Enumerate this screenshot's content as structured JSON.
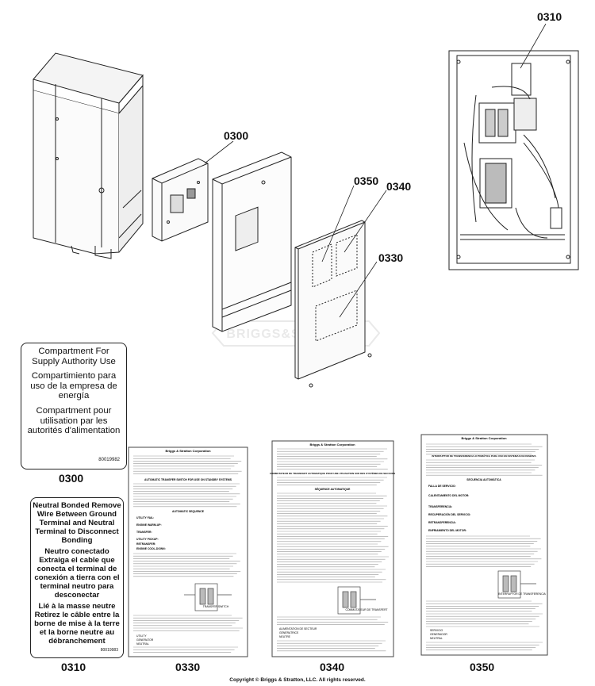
{
  "callouts": {
    "c0300_top": "0300",
    "c0310_top": "0310",
    "c0350_top": "0350",
    "c0340_top": "0340",
    "c0330_top": "0330",
    "c0300_bottom": "0300",
    "c0310_bottom": "0310",
    "c0330_bottom": "0330",
    "c0340_bottom": "0340",
    "c0350_bottom": "0350"
  },
  "watermark": "BRIGGS&STRATTON",
  "label_0300": {
    "english": "Compartment For Supply Authority Use",
    "spanish": "Compartimiento para uso de la empresa de energía",
    "french": "Compartment pour utilisation par les autorités d'alimentation",
    "part_number": "80019982"
  },
  "label_0310": {
    "english": "Neutral Bonded Remove Wire Between Ground Terminal and Neutral Terminal to Disconnect Bonding",
    "spanish": "Neutro conectado Extraiga el cable que conecta el terminal de conexión a tierra con el terminal neutro para desconectar",
    "french": "Lié à la masse neutre Retirez le câble entre la borne de mise à la terre et la borne neutre au débranchement",
    "part_number": "80019983"
  },
  "decal_0330": {
    "company": "Briggs & Stratton Corporation",
    "heading": "AUTOMATIC TRANSFER SWITCH FOR USE ON STANDBY SYSTEMS",
    "sequence": "AUTOMATIC SEQUENCE",
    "terms": [
      "UTILITY FAIL:",
      "ENGINE WARM-UP:",
      "TRANSFER:",
      "UTILITY PICKUP:",
      "RETRANSFER:",
      "ENGINE COOL-DOWN:"
    ],
    "switch_label": "TRANSFER SWITCH",
    "table_rows": [
      "UTILITY",
      "GENERATOR",
      "NEUTRAL"
    ]
  },
  "decal_0340": {
    "company": "Briggs & Stratton Corporation",
    "heading": "COMMUTATEUR DE TRANSFERT AUTOMATIQUE POUR UNE UTILISATION SUR DES SYSTÈMES DE SECOURS",
    "sequence": "SÉQUENCE AUTOMATIQUE",
    "switch_label": "COMMUTATEUR DE TRANSFERT",
    "table_rows": [
      "ALIMENTATION DE SECTEUR",
      "GÉNÉRATRICE",
      "NEUTRE"
    ]
  },
  "decal_0350": {
    "company": "Briggs & Stratton Corporation",
    "heading": "INTERRUPTOR DE TRANSFERENCIA AUTOMÁTICA PARA USO EN SISTEMAS DE RESERVA",
    "sequence": "SECUENCIA AUTOMÁTICA",
    "terms": [
      "FALLA DE SERVICIO:",
      "CALENTAMIENTO DEL MOTOR:",
      "TRANSFERENCIA:",
      "RECUPERACIÓN DEL SERVICIO:",
      "RETRANSFERENCIA:",
      "ENFRIAMIENTO DEL MOTOR:"
    ],
    "switch_label": "INTERRUPTOR DE TRANSFERENCIA",
    "table_rows": [
      "SERVICIO",
      "GENERADOR",
      "NEUTRAL"
    ]
  },
  "copyright": "Copyright © Briggs & Stratton, LLC. All rights reserved."
}
